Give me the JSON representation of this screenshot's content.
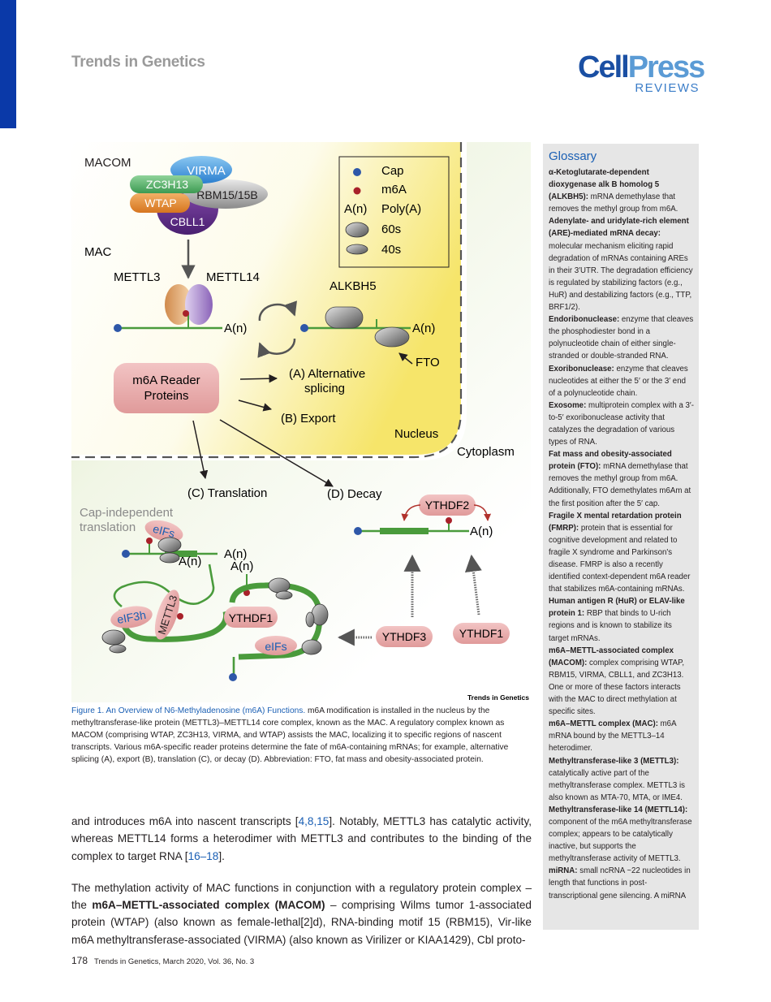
{
  "header": {
    "journal": "Trends in Genetics",
    "logo_cell": "Cell",
    "logo_press": "Press",
    "logo_reviews": "REVIEWS"
  },
  "figure": {
    "labels": {
      "macom": "MACOM",
      "mac": "MAC",
      "virma": "VIRMA",
      "zc3h13": "ZC3H13",
      "rbm15": "RBM15/15B",
      "wtap": "WTAP",
      "cbll1": "CBLL1",
      "mettl3": "METTL3",
      "mettl14": "METTL14",
      "an": "A(n)",
      "alkbh5": "ALKBH5",
      "fto": "FTO",
      "legend_cap": "Cap",
      "legend_m6a": "m6A",
      "legend_an": "A(n)",
      "legend_polya": "Poly(A)",
      "legend_60s": "60s",
      "legend_40s": "40s",
      "reader_line1": "m6A Reader",
      "reader_line2": "Proteins",
      "alt_line1": "(A) Alternative",
      "alt_line2": "splicing",
      "export": "(B) Export",
      "nucleus": "Nucleus",
      "cytoplasm": "Cytoplasm",
      "translation": "(C) Translation",
      "decay": "(D) Decay",
      "capind_line1": "Cap-independent",
      "capind_line2": "translation",
      "eifs": "eIFs",
      "eif3h": "eIF3h",
      "mettl3_rot": "METTL3",
      "ythdf1": "YTHDF1",
      "ythdf2": "YTHDF2",
      "ythdf3": "YTHDF3",
      "source": "Trends in Genetics"
    }
  },
  "caption": {
    "title": "Figure 1. An Overview of N6-Methyladenosine (m6A) Functions.",
    "text": " m6A modification is installed in the nucleus by the methyltransferase-like protein (METTL3)–METTL14 core complex, known as the MAC. A regulatory complex known as MACOM (comprising WTAP, ZC3H13, VIRMA, and WTAP) assists the MAC, localizing it to specific regions of nascent transcripts. Various m6A-specific reader proteins determine the fate of m6A-containing mRNAs; for example, alternative splicing (A), export (B), translation (C), or decay (D). Abbreviation: FTO, fat mass and obesity-associated protein."
  },
  "body": {
    "p1_a": "and introduces m6A into nascent transcripts [",
    "p1_ref1": "4,8,15",
    "p1_b": "]. Notably, METTL3 has catalytic activity, whereas METTL14 forms a heterodimer with METTL3 and contributes to the binding of the complex to target RNA [",
    "p1_ref2": "16–18",
    "p1_c": "].",
    "p2_a": "The methylation activity of MAC functions in conjunction with a regulatory protein complex – the ",
    "p2_bold": "m6A–METTL-associated complex (MACOM)",
    "p2_b": " – comprising Wilms tumor 1-associated protein (WTAP) (also known as female-lethal[2]d), RNA-binding motif 15 (RBM15), Vir-like m6A methyltransferase-associated (VIRMA) (also known as Virilizer or KIAA1429), Cbl proto-"
  },
  "glossary": {
    "title": "Glossary",
    "entries": [
      {
        "term": "α-Ketoglutarate-dependent dioxygenase alk B homolog 5 (ALKBH5):",
        "def": " mRNA demethylase that removes the methyl group from m6A."
      },
      {
        "term": "Adenylate- and uridylate-rich element (ARE)-mediated mRNA decay:",
        "def": " molecular mechanism eliciting rapid degradation of mRNAs containing AREs in their 3′UTR. The degradation efficiency is regulated by stabilizing factors (e.g., HuR) and destabilizing factors (e.g., TTP, BRF1/2)."
      },
      {
        "term": "Endoribonuclease:",
        "def": " enzyme that cleaves the phosphodiester bond in a polynucleotide chain of either single-stranded or double-stranded RNA."
      },
      {
        "term": "Exoribonuclease:",
        "def": " enzyme that cleaves nucleotides at either the 5′ or the 3′ end of a polynucleotide chain."
      },
      {
        "term": "Exosome:",
        "def": " multiprotein complex with a 3′-to-5′ exoribonuclease activity that catalyzes the degradation of various types of RNA."
      },
      {
        "term": "Fat mass and obesity-associated protein (FTO):",
        "def": " mRNA demethylase that removes the methyl group from m6A. Additionally, FTO demethylates m6Am at the first position after the 5′ cap."
      },
      {
        "term": "Fragile X mental retardation protein (FMRP):",
        "def": " protein that is essential for cognitive development and related to fragile X syndrome and Parkinson's disease. FMRP is also a recently identified context-dependent m6A reader that stabilizes m6A-containing mRNAs."
      },
      {
        "term": "Human antigen R (HuR) or ELAV-like protein 1:",
        "def": " RBP that binds to U-rich regions and is known to stabilize its target mRNAs."
      },
      {
        "term": "m6A–METTL-associated complex (MACOM):",
        "def": " complex comprising WTAP, RBM15, VIRMA, CBLL1, and ZC3H13. One or more of these factors interacts with the MAC to direct methylation at specific sites."
      },
      {
        "term": "m6A–METTL complex (MAC):",
        "def": " m6A mRNA bound by the METTL3–14 heterodimer."
      },
      {
        "term": "Methyltransferase-like 3 (METTL3):",
        "def": " catalytically active part of the methyltransferase complex. METTL3 is also known as MTA-70, MTA, or IME4."
      },
      {
        "term": "Methyltransferase-like 14 (METTL14):",
        "def": " component of the m6A methyltransferase complex; appears to be catalytically inactive, but supports the methyltransferase activity of METTL3."
      },
      {
        "term": "miRNA:",
        "def": " small ncRNA ~22 nucleotides in length that functions in post-transcriptional gene silencing. A miRNA"
      }
    ]
  },
  "footer": {
    "page": "178",
    "citation": "Trends in Genetics, March 2020, Vol. 36, No. 3"
  }
}
